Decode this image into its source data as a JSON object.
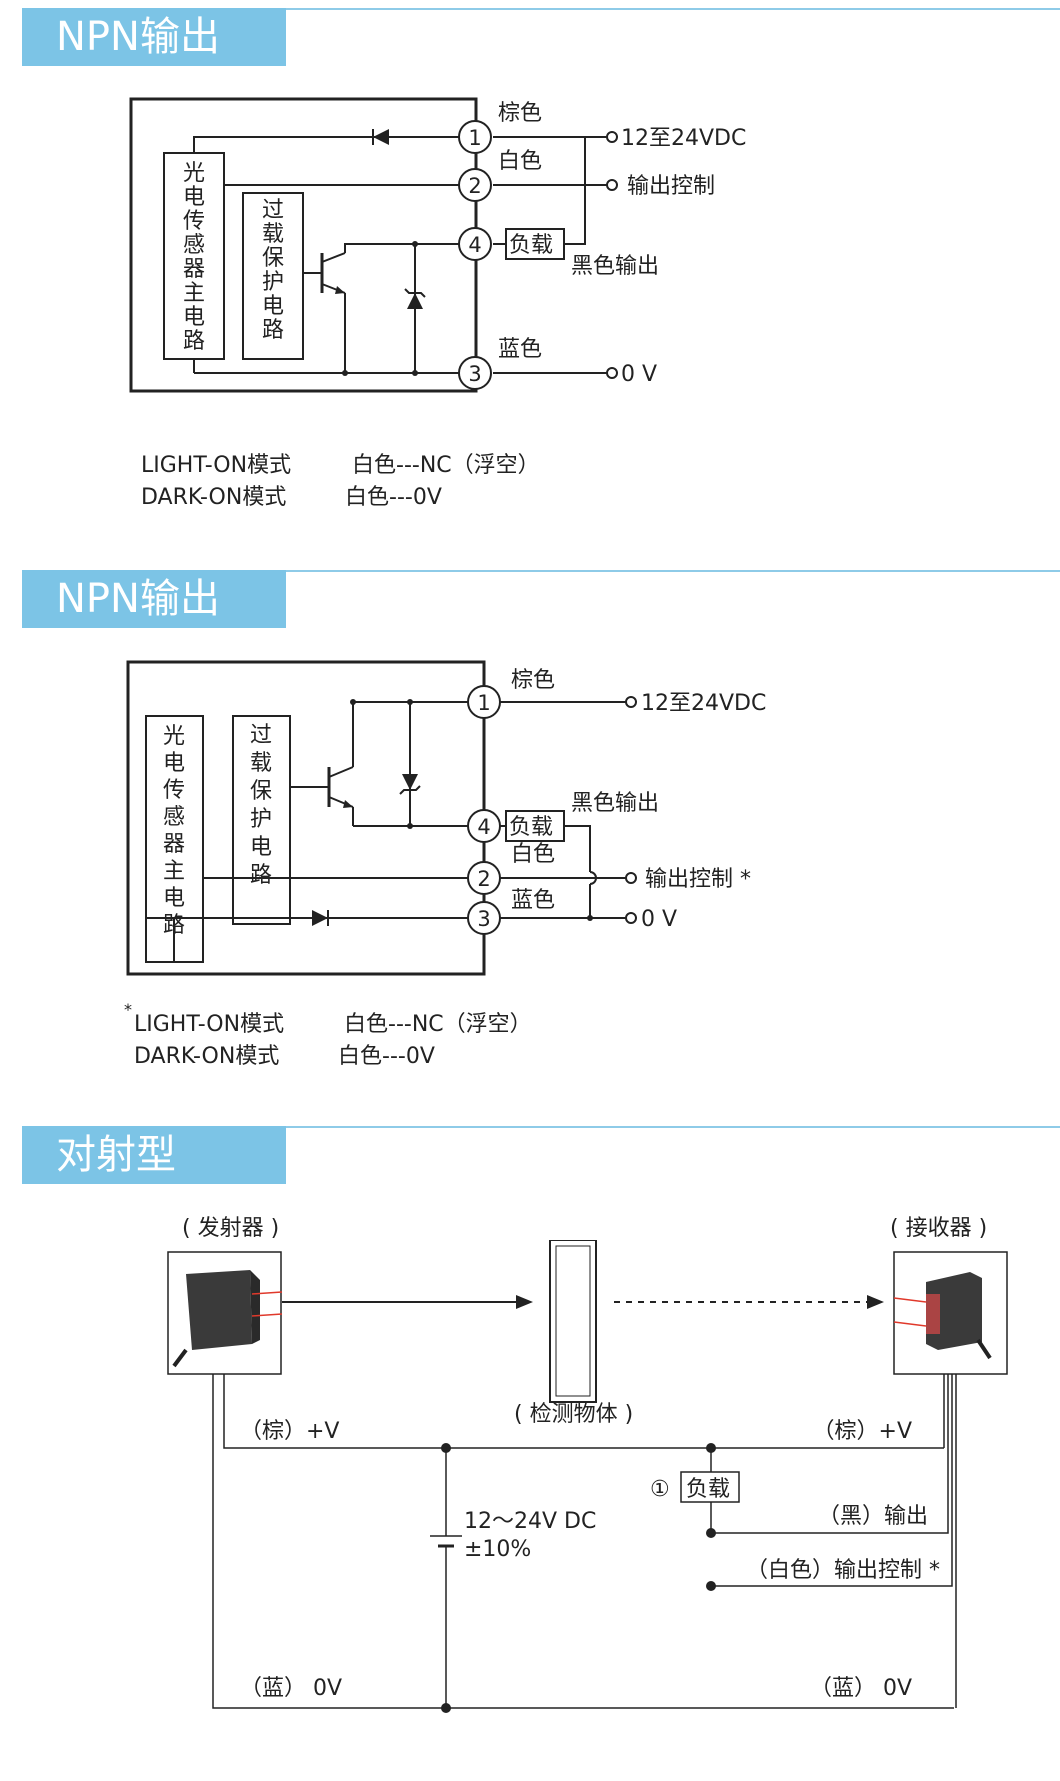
{
  "section1": {
    "title": "NPN输出",
    "main_circuit_label": [
      "光",
      "电",
      "传",
      "感",
      "器",
      "主",
      "电",
      "路"
    ],
    "protect_label": [
      "过",
      "载",
      "保",
      "护",
      "电",
      "路"
    ],
    "terminals": [
      "1",
      "2",
      "4",
      "3"
    ],
    "wire_brown": "棕色",
    "wire_white": "白色",
    "wire_blue": "蓝色",
    "load": "负载",
    "black_output": "黑色输出",
    "supply": "12至24VDC",
    "output_control": "输出控制",
    "zero_v": "0 V",
    "note_line1_mode": "LIGHT-ON模式",
    "note_line1_val": "白色---NC（浮空）",
    "note_line2_mode": "DARK-ON模式",
    "note_line2_val": "白色---0V"
  },
  "section2": {
    "title": "NPN输出",
    "main_circuit_label": [
      "光",
      "电",
      "传",
      "感",
      "器",
      "主",
      "电",
      "路"
    ],
    "protect_label": [
      "过",
      "载",
      "保",
      "护",
      "电",
      "路"
    ],
    "terminals": [
      "1",
      "4",
      "2",
      "3"
    ],
    "wire_brown": "棕色",
    "wire_white": "白色",
    "wire_blue": "蓝色",
    "load": "负载",
    "black_output": "黑色输出",
    "supply": "12至24VDC",
    "output_control": "输出控制 *",
    "zero_v": "0 V",
    "asterisk": "*",
    "note_line1_mode": "LIGHT-ON模式",
    "note_line1_val": "白色---NC（浮空）",
    "note_line2_mode": "DARK-ON模式",
    "note_line2_val": "白色---0V"
  },
  "section3": {
    "title": "对射型",
    "emitter": "( 发射器 )",
    "receiver": "( 接收器 )",
    "object": "( 检测物体 )",
    "left_brown": "（棕）+V",
    "left_blue": "（蓝） 0V",
    "right_brown": "（棕）+V",
    "right_black": "（黑）输出",
    "right_white": "（白色）输出控制 *",
    "right_blue": "（蓝） 0V",
    "supply_line1": "12～24V DC",
    "supply_line2": "±10%",
    "load_num": "①",
    "load": "负载",
    "beam_color": "#e0392b",
    "device_color": "#3a3a3a"
  },
  "colors": {
    "accent": "#7cc4e6",
    "line": "#222222"
  }
}
